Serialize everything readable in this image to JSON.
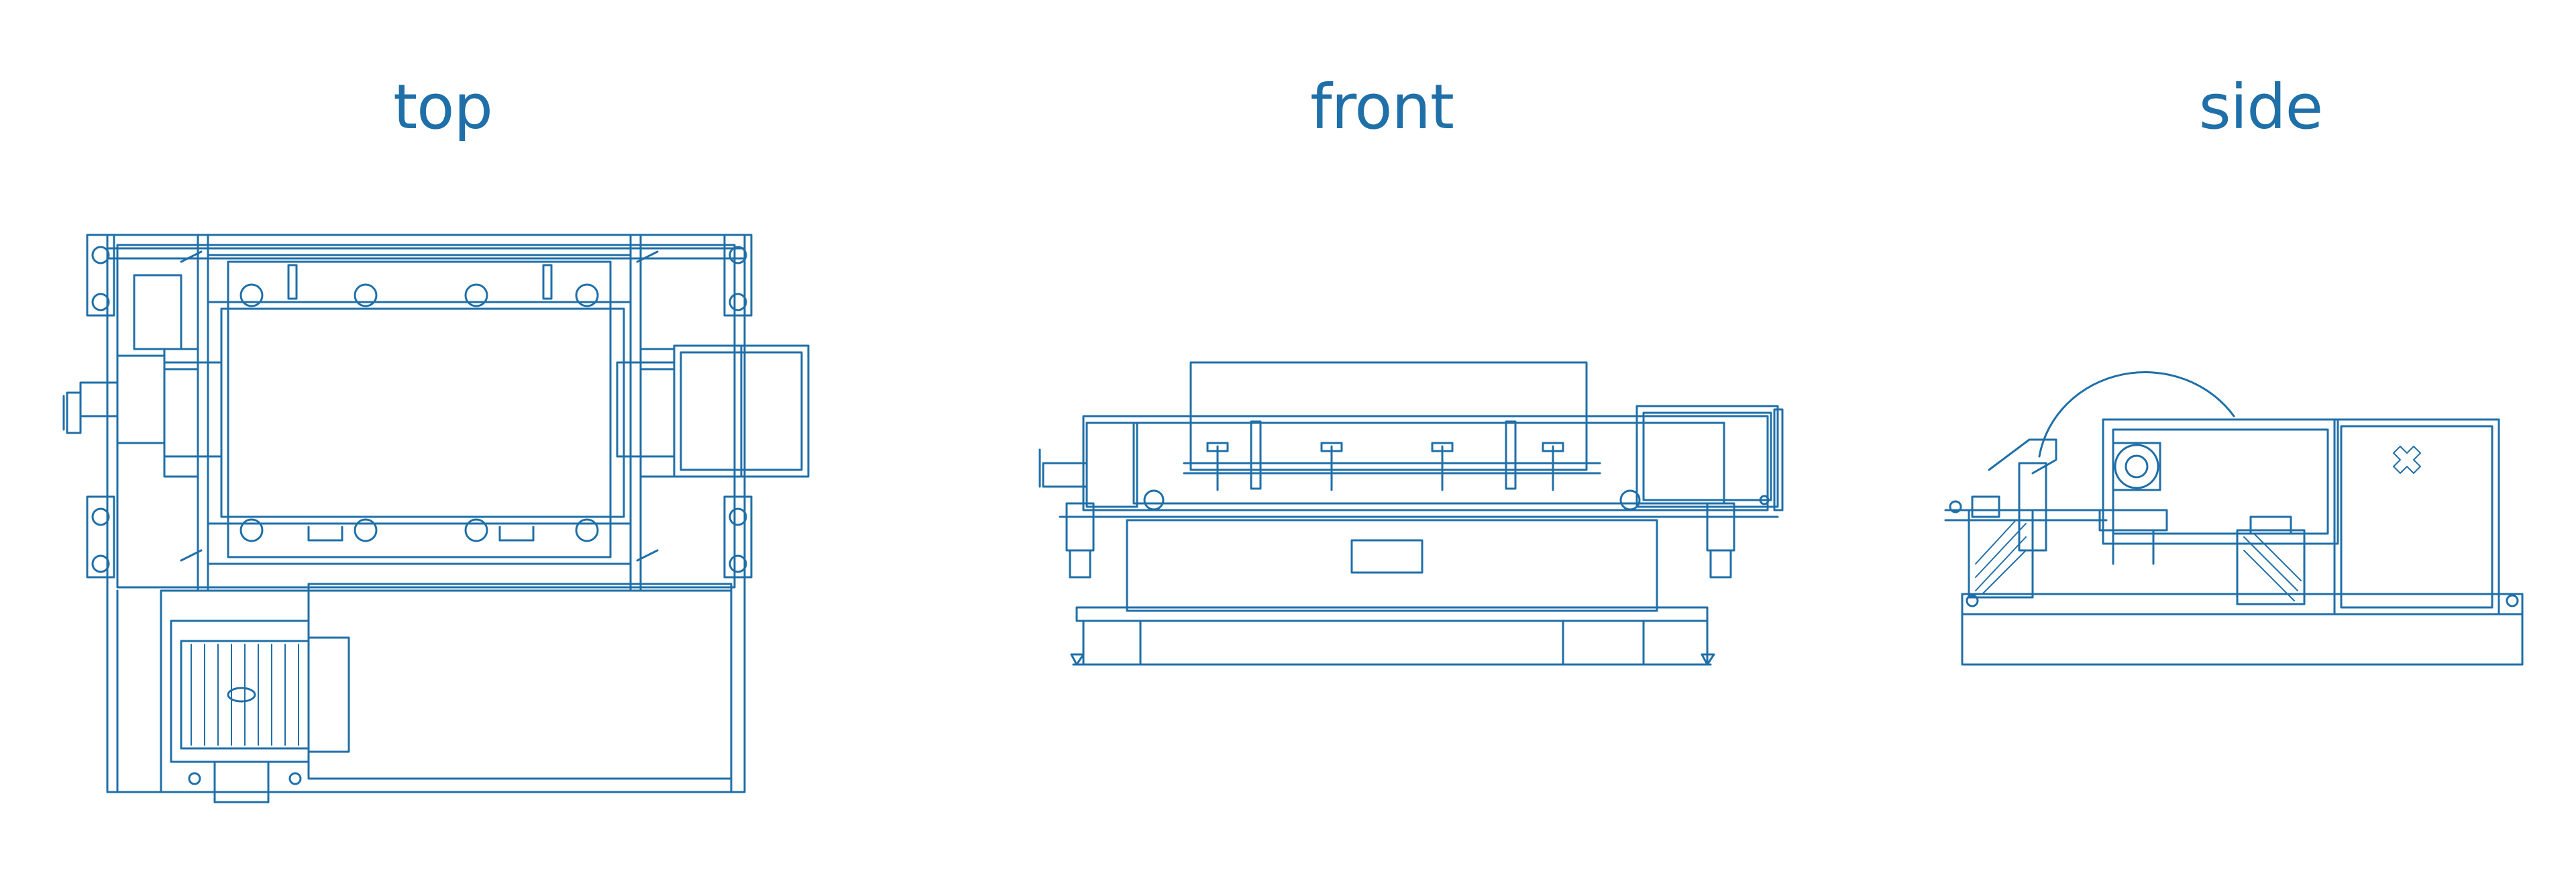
{
  "views": [
    {
      "id": "top",
      "label": "top"
    },
    {
      "id": "front",
      "label": "front"
    },
    {
      "id": "side",
      "label": "side"
    }
  ],
  "colors": {
    "line": "#1f6fa8",
    "background": "#ffffff"
  }
}
